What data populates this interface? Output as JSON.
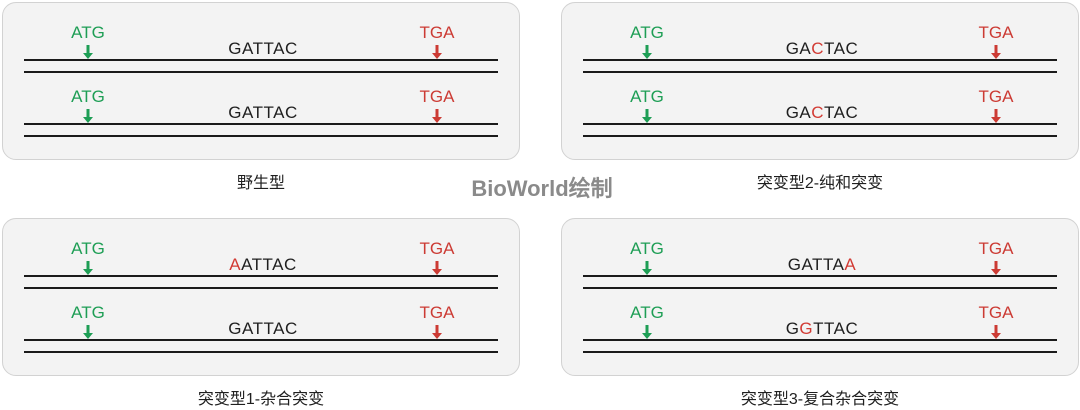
{
  "colors": {
    "start": "#1e9e55",
    "stop": "#cc3b34",
    "mutation": "#d23b34",
    "strand": "#1a1a1a"
  },
  "icons": {
    "start_arrow": "green-down-arrow-icon",
    "stop_arrow": "red-down-arrow-icon"
  },
  "watermark": "BioWorld绘制",
  "panels": [
    {
      "caption": "野生型",
      "alleles": [
        {
          "start": "ATG",
          "stop": "TGA",
          "sequence": "GATTAC",
          "mutation_index": null
        },
        {
          "start": "ATG",
          "stop": "TGA",
          "sequence": "GATTAC",
          "mutation_index": null
        }
      ]
    },
    {
      "caption": "突变型2-纯和突变",
      "alleles": [
        {
          "start": "ATG",
          "stop": "TGA",
          "sequence": "GACTAC",
          "mutation_index": 2
        },
        {
          "start": "ATG",
          "stop": "TGA",
          "sequence": "GACTAC",
          "mutation_index": 2
        }
      ]
    },
    {
      "caption": "突变型1-杂合突变",
      "alleles": [
        {
          "start": "ATG",
          "stop": "TGA",
          "sequence": "AATTAC",
          "mutation_index": 0
        },
        {
          "start": "ATG",
          "stop": "TGA",
          "sequence": "GATTAC",
          "mutation_index": null
        }
      ]
    },
    {
      "caption": "突变型3-复合杂合突变",
      "alleles": [
        {
          "start": "ATG",
          "stop": "TGA",
          "sequence": "GATTAA",
          "mutation_index": 5
        },
        {
          "start": "ATG",
          "stop": "TGA",
          "sequence": "GGTTAC",
          "mutation_index": 1
        }
      ]
    }
  ]
}
